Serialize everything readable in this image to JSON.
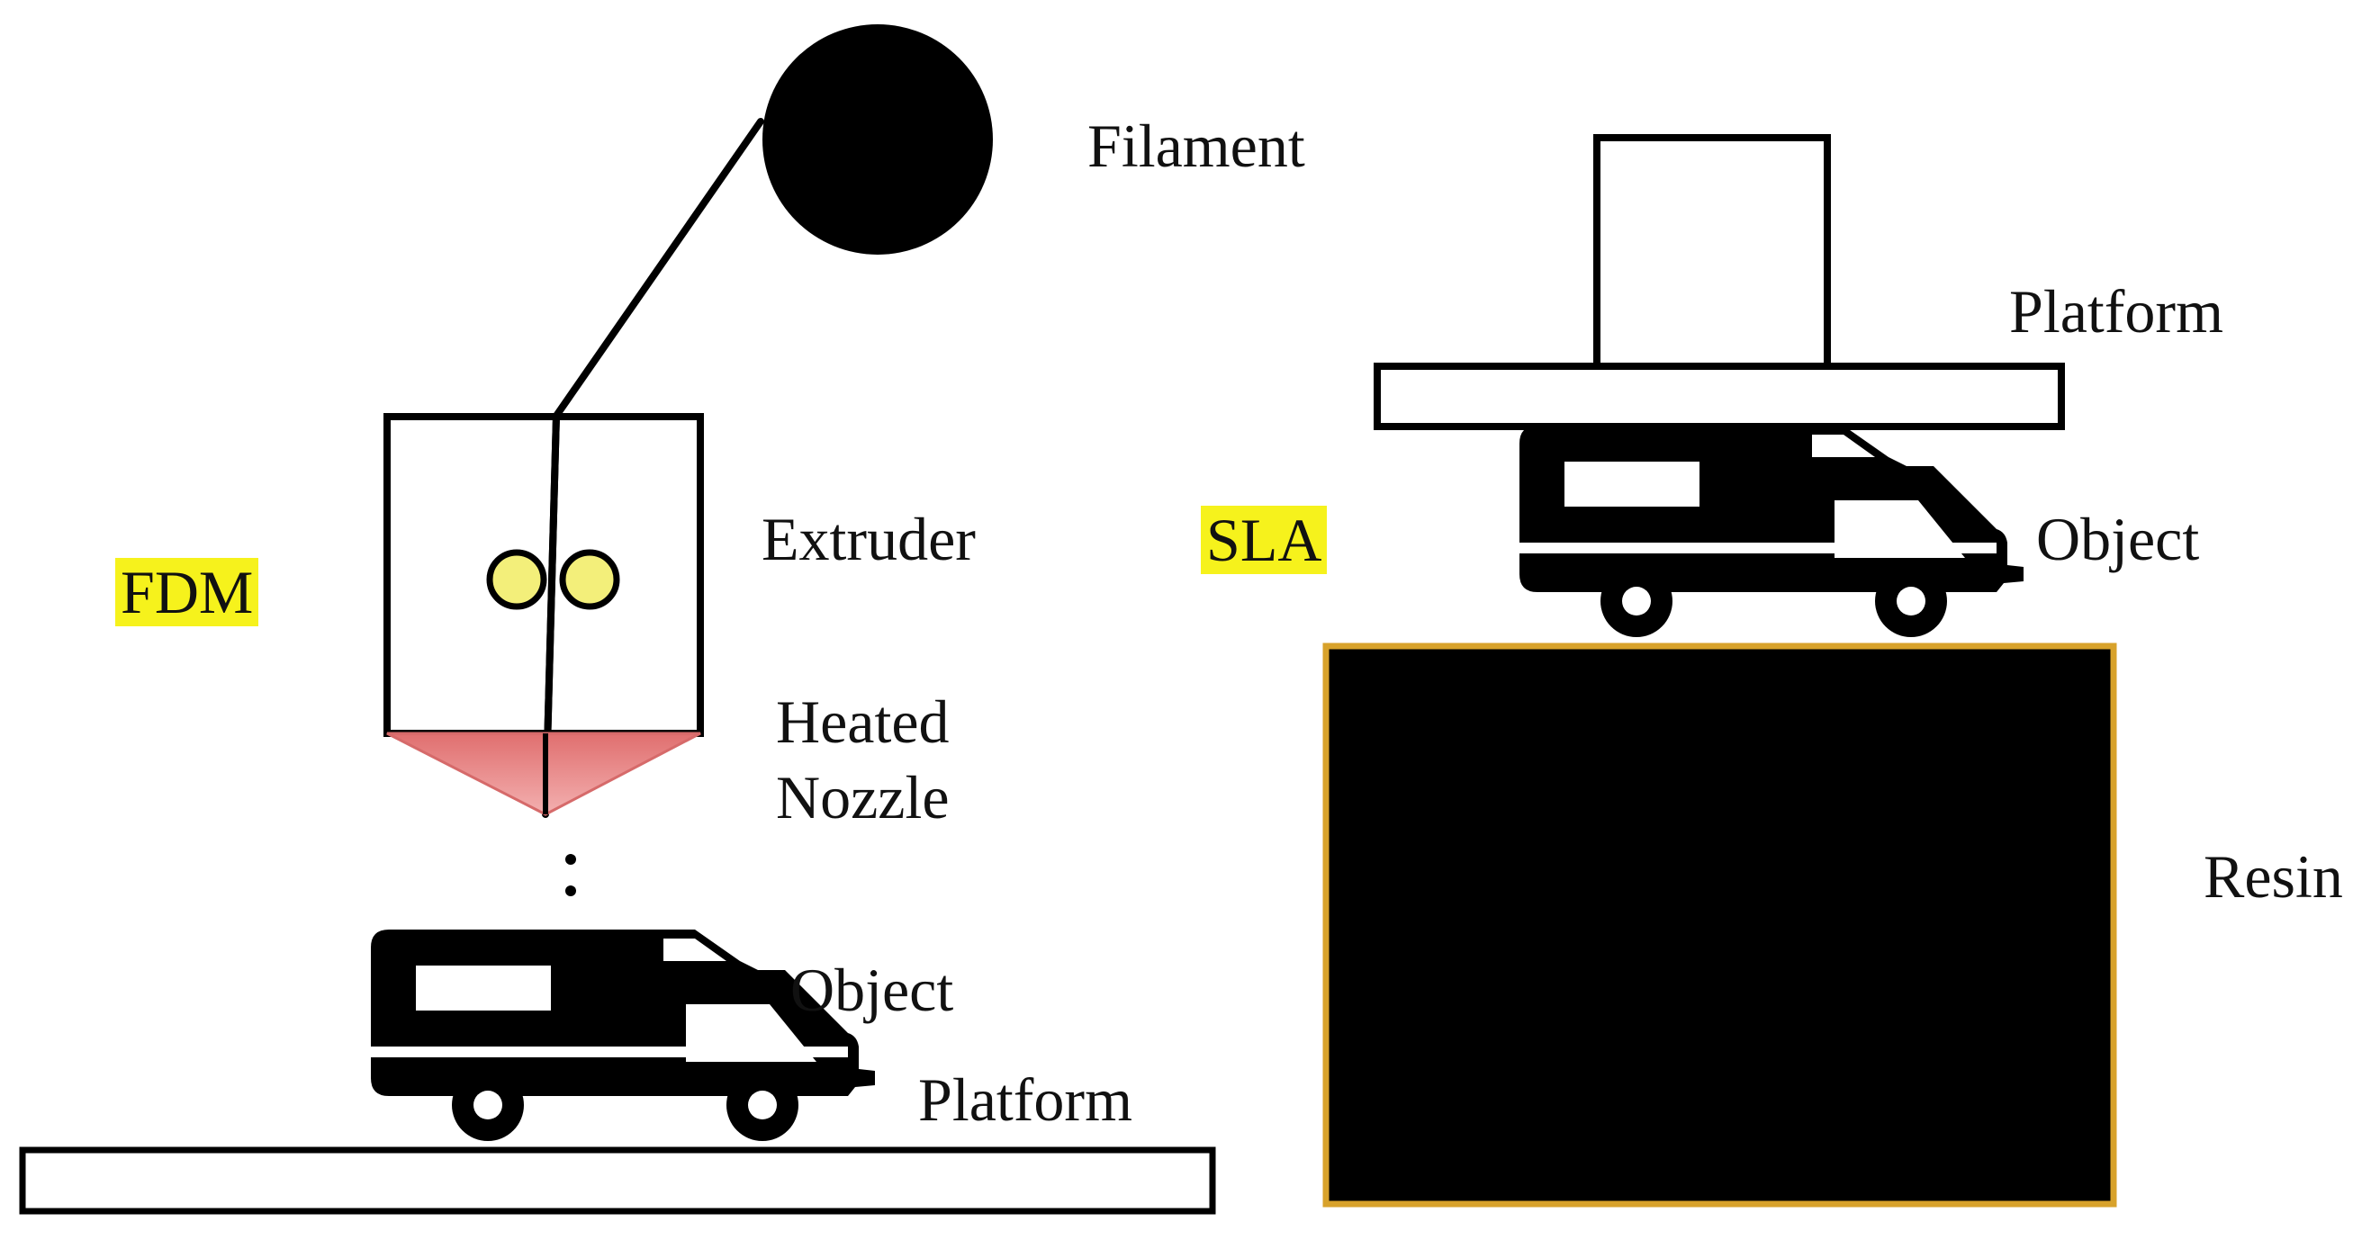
{
  "fdm": {
    "title": "FDM",
    "filament_label": "Filament",
    "extruder_label": "Extruder",
    "nozzle_label_line1": "Heated",
    "nozzle_label_line2": "Nozzle",
    "object_label": "Object",
    "platform_label": "Platform"
  },
  "sla": {
    "title": "SLA",
    "platform_label": "Platform",
    "object_label": "Object",
    "resin_label": "Resin"
  },
  "colors": {
    "highlight": "#f6f21c",
    "nozzle": "#e88484",
    "roller": "#f3ef7a",
    "resin_border": "#d8a22b",
    "ink": "#000000"
  }
}
